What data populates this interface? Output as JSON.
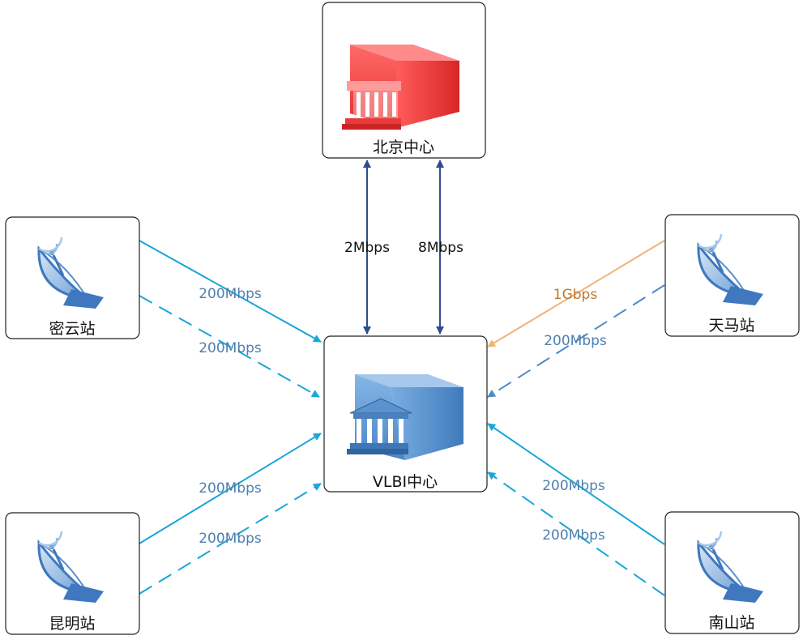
{
  "nodes": {
    "beijing": {
      "label": "北京中心",
      "icon": "red-data-center-icon"
    },
    "vlbi": {
      "label": "VLBI中心",
      "icon": "blue-data-center-icon"
    },
    "miyun": {
      "label": "密云站",
      "icon": "satellite-dish-icon"
    },
    "kunming": {
      "label": "昆明站",
      "icon": "satellite-dish-icon"
    },
    "tianma": {
      "label": "天马站",
      "icon": "satellite-dish-icon"
    },
    "nanshan": {
      "label": "南山站",
      "icon": "satellite-dish-icon"
    }
  },
  "links": {
    "beijing_vlbi_left": "2Mbps",
    "beijing_vlbi_right": "8Mbps",
    "miyun_solid": "200Mbps",
    "miyun_dashed": "200Mbps",
    "kunming_solid": "200Mbps",
    "kunming_dashed": "200Mbps",
    "tianma_1g": "1Gbps",
    "tianma_dashed": "200Mbps",
    "nanshan_solid": "200Mbps",
    "nanshan_dashed": "200Mbps"
  },
  "colors": {
    "bidirectional": "#2e4d8f",
    "solid_link": "#1aa6d8",
    "dashed_link_miyun_kunming": "#1aa6d8",
    "dashed_link_tianma_nanshan": "#4f8ac4",
    "gigabit": "#f0b27a",
    "label_blue": "#4d7fb0",
    "label_orange": "#c0782f"
  }
}
